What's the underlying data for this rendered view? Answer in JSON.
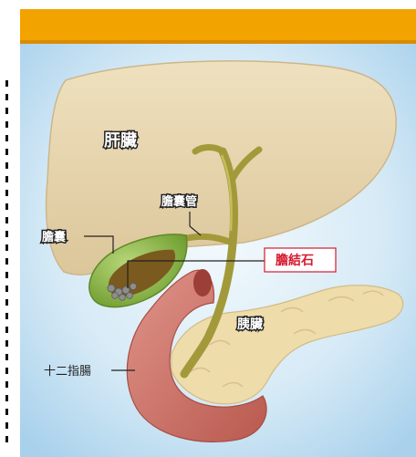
{
  "header": {
    "color": "#F2A300"
  },
  "diagram": {
    "labels": {
      "liver": "肝臟",
      "cystic_duct": "膽囊管",
      "gallbladder": "膽囊",
      "gallstone": "膽結石",
      "pancreas": "胰臟",
      "duodenum": "十二指腸"
    },
    "colors": {
      "background": "#CFE6F4",
      "liver": "#E8D7AE",
      "gallbladder": "#8DB84A",
      "duct": "#A29A3A",
      "duodenum": "#D1776B",
      "pancreas": "#EEDCAB",
      "highlight_label": "#D7192E"
    }
  }
}
